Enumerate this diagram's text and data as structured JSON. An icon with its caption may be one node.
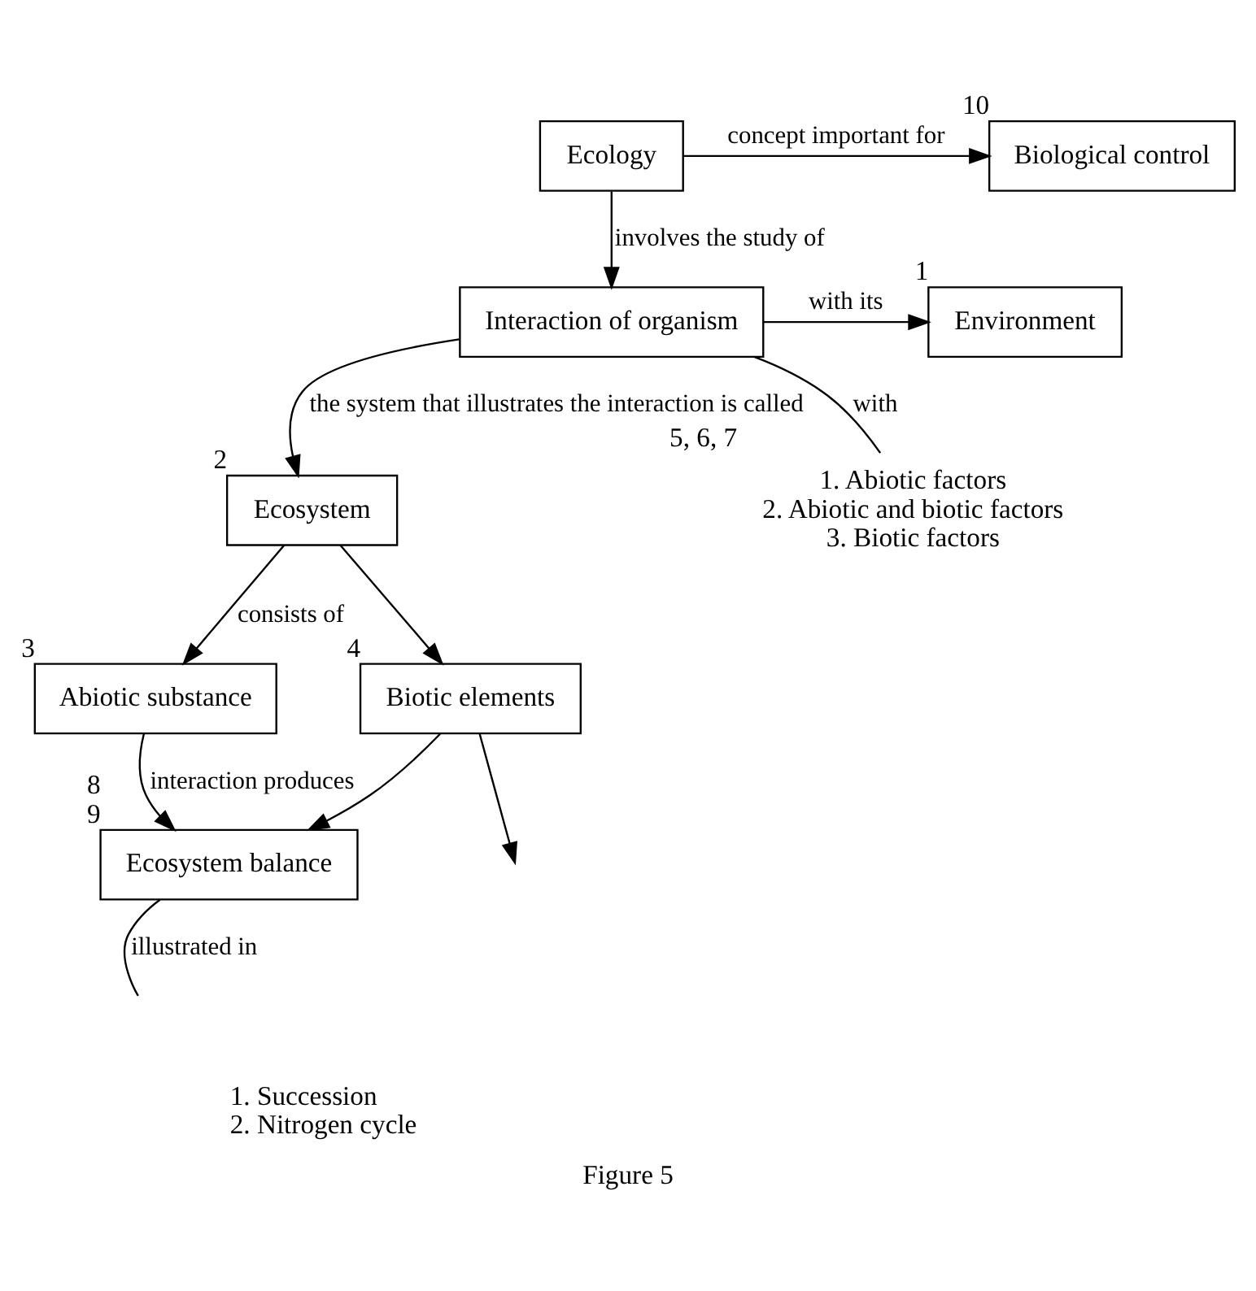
{
  "diagram": {
    "caption": "Figure 5",
    "nodes": [
      {
        "text": [
          "Ecology"
        ]
      },
      {
        "text": [
          "Biological control"
        ],
        "beside": [
          "10"
        ]
      },
      {
        "text": [
          "Interaction of organism"
        ]
      },
      {
        "text": [
          "Environment"
        ],
        "beside": [
          "1"
        ]
      },
      {
        "text": [
          "Ecosystem"
        ],
        "beside": [
          "2"
        ]
      },
      {
        "text": [
          "Abiotic substance"
        ],
        "beside": [
          "3"
        ]
      },
      {
        "text": [
          "Biotic elements"
        ],
        "beside": [
          "4"
        ]
      },
      {
        "text": [
          "Ecosystem balance"
        ],
        "beside": [
          "8",
          "9"
        ]
      },
      {
        "text": [
          "1. Abiotic factors",
          "2. Abiotic and biotic factors",
          "3. Biotic factors"
        ],
        "beside": [
          "5, 6, 7"
        ]
      }
    ],
    "edges": [
      {
        "from": 0,
        "to": 1,
        "arrow": "to",
        "label": "concept important for"
      },
      {
        "from": 0,
        "to": 2,
        "arrow": "to",
        "label": "involves the study of"
      },
      {
        "from": 2,
        "to": 3,
        "arrow": "to",
        "label": "with its"
      },
      {
        "from": 2,
        "to": 8,
        "arrow": "none",
        "label": "with"
      },
      {
        "from": 2,
        "to": 4,
        "arrow": "to",
        "label": "the system that illustrates the interaction is called"
      },
      {
        "from": 4,
        "to": 5,
        "arrow": "to",
        "label": "consists of"
      },
      {
        "from": 4,
        "to": 6,
        "arrow": "to"
      },
      {
        "from": 5,
        "to": 7,
        "arrow": "to",
        "label": "interaction produces"
      },
      {
        "from": 6,
        "to": 7,
        "arrow": "to"
      },
      {
        "from": 6,
        "to": null,
        "arrow": "to"
      },
      {
        "from": 7,
        "to": null,
        "arrow": "none",
        "label": "illustrated in"
      }
    ],
    "labels": [
      "1. Succession",
      "2. Nitrogen cycle"
    ]
  }
}
